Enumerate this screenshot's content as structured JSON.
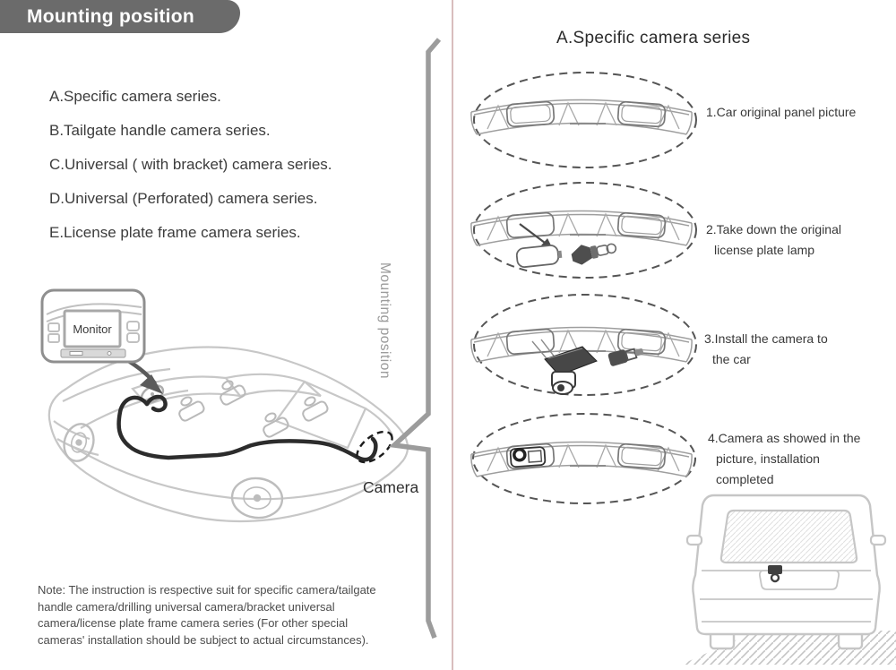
{
  "banner": {
    "title": "Mounting position"
  },
  "left": {
    "series_list": [
      "A.Specific camera series.",
      "B.Tailgate handle camera series.",
      "C.Universal ( with bracket) camera series.",
      "D.Universal (Perforated) camera series.",
      "E.License plate frame camera series."
    ],
    "monitor_label": "Monitor",
    "camera_label": "Camera",
    "bracket_label": "Mounting position",
    "note": "Note: The instruction is respective suit for specific camera/tailgate handle camera/drilling universal camera/bracket universal camera/license plate frame camera series (For other special cameras' installation should be subject to actual circumstances)."
  },
  "right": {
    "title": "A.Specific camera series",
    "steps": [
      {
        "lines": [
          "1.Car original panel picture"
        ]
      },
      {
        "lines": [
          "2.Take down the original",
          "license plate lamp"
        ]
      },
      {
        "lines": [
          "3.Install the camera to",
          "the car"
        ]
      },
      {
        "lines": [
          "4.Camera as showed in the",
          "picture, installation",
          "completed"
        ]
      }
    ]
  },
  "colors": {
    "banner_bg": "#6b6b6b",
    "divider": "#d9bdbd",
    "bracket": "#9c9c9c",
    "line_art": "#c6c6c6",
    "cable": "#2c2c2c",
    "text": "#3c3c3c"
  }
}
